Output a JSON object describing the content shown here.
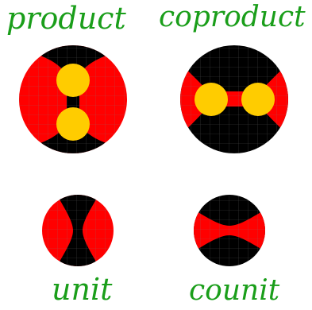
{
  "labels": {
    "product": "product",
    "coproduct": "coproduct",
    "unit": "unit",
    "counit": "counit"
  },
  "colors": {
    "label_green": "#1a9e1a",
    "black_region": "#000000",
    "red_region": "#ff0000",
    "yellow_disk": "#ffcc00",
    "grid_line": "#7a7a7a"
  },
  "diagrams": [
    {
      "name": "product",
      "regions": [
        "black",
        "red"
      ],
      "disks": 2,
      "orientation": "vertical"
    },
    {
      "name": "coproduct",
      "regions": [
        "black",
        "red"
      ],
      "disks": 2,
      "orientation": "horizontal"
    },
    {
      "name": "unit",
      "regions": [
        "black",
        "red"
      ],
      "disks": 0,
      "orientation": "vertical"
    },
    {
      "name": "counit",
      "regions": [
        "black",
        "red"
      ],
      "disks": 0,
      "orientation": "horizontal"
    }
  ]
}
